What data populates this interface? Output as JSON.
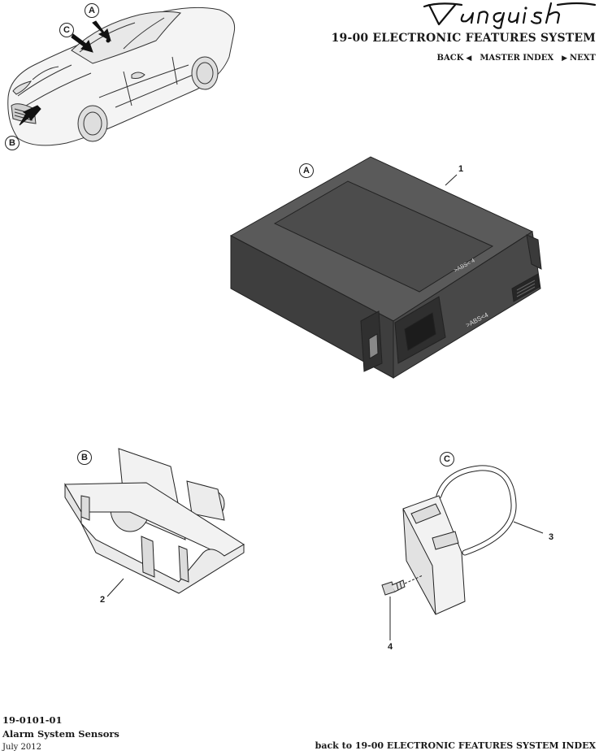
{
  "header": {
    "brand_logo_text": "Vanquish",
    "section_title": "19-00 ELECTRONIC FEATURES SYSTEM",
    "nav": {
      "back_label": "BACK",
      "master_index_label": "MASTER INDEX",
      "next_label": "NEXT"
    }
  },
  "callouts": {
    "a": "A",
    "b": "B",
    "c": "C"
  },
  "parts": {
    "p1": "1",
    "p2": "2",
    "p3": "3",
    "p4": "4"
  },
  "module_labels": {
    "top": ">ABS< 4",
    "side": ">ABS<4"
  },
  "footer": {
    "code": "19-0101-01",
    "title": "Alarm System Sensors",
    "date": "July 2012",
    "back_link": "back to 19-00 ELECTRONIC FEATURES SYSTEM INDEX"
  }
}
